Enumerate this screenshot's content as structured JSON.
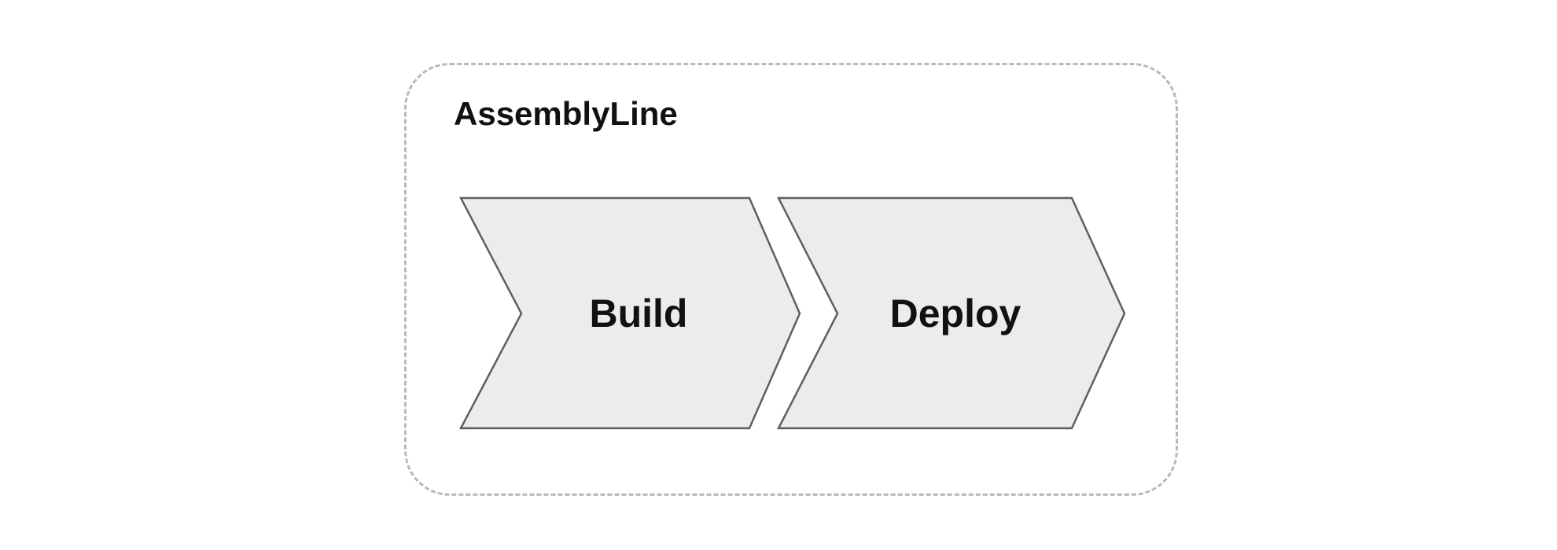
{
  "diagram": {
    "type": "pipeline-flow",
    "container": {
      "label": "AssemblyLine"
    },
    "nodes": [
      {
        "id": "build",
        "label": "Build",
        "shape": "chevron"
      },
      {
        "id": "deploy",
        "label": "Deploy",
        "shape": "chevron"
      }
    ],
    "flow": [
      {
        "from": "Build",
        "to": "Deploy"
      }
    ],
    "colors": {
      "background": "#ffffff",
      "node_fill": "#ececec",
      "node_stroke": "#5f5f5f",
      "container_border": "#b9b9b9",
      "text": "#111111"
    }
  }
}
